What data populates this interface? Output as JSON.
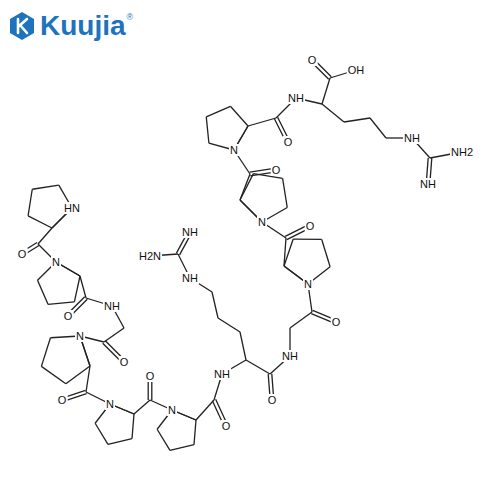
{
  "diagram": {
    "labels": [
      "Kuujia",
      "®",
      "HN",
      "O",
      "N",
      "O",
      "NH",
      "O",
      "N",
      "O",
      "N",
      "O",
      "N",
      "O",
      "NH",
      "O",
      "NH",
      "O",
      "N",
      "O",
      "N",
      "O",
      "N",
      "O",
      "NH",
      "O",
      "OH",
      "NH",
      "NH2",
      "NH",
      "NH",
      "H2N",
      "NH"
    ]
  }
}
